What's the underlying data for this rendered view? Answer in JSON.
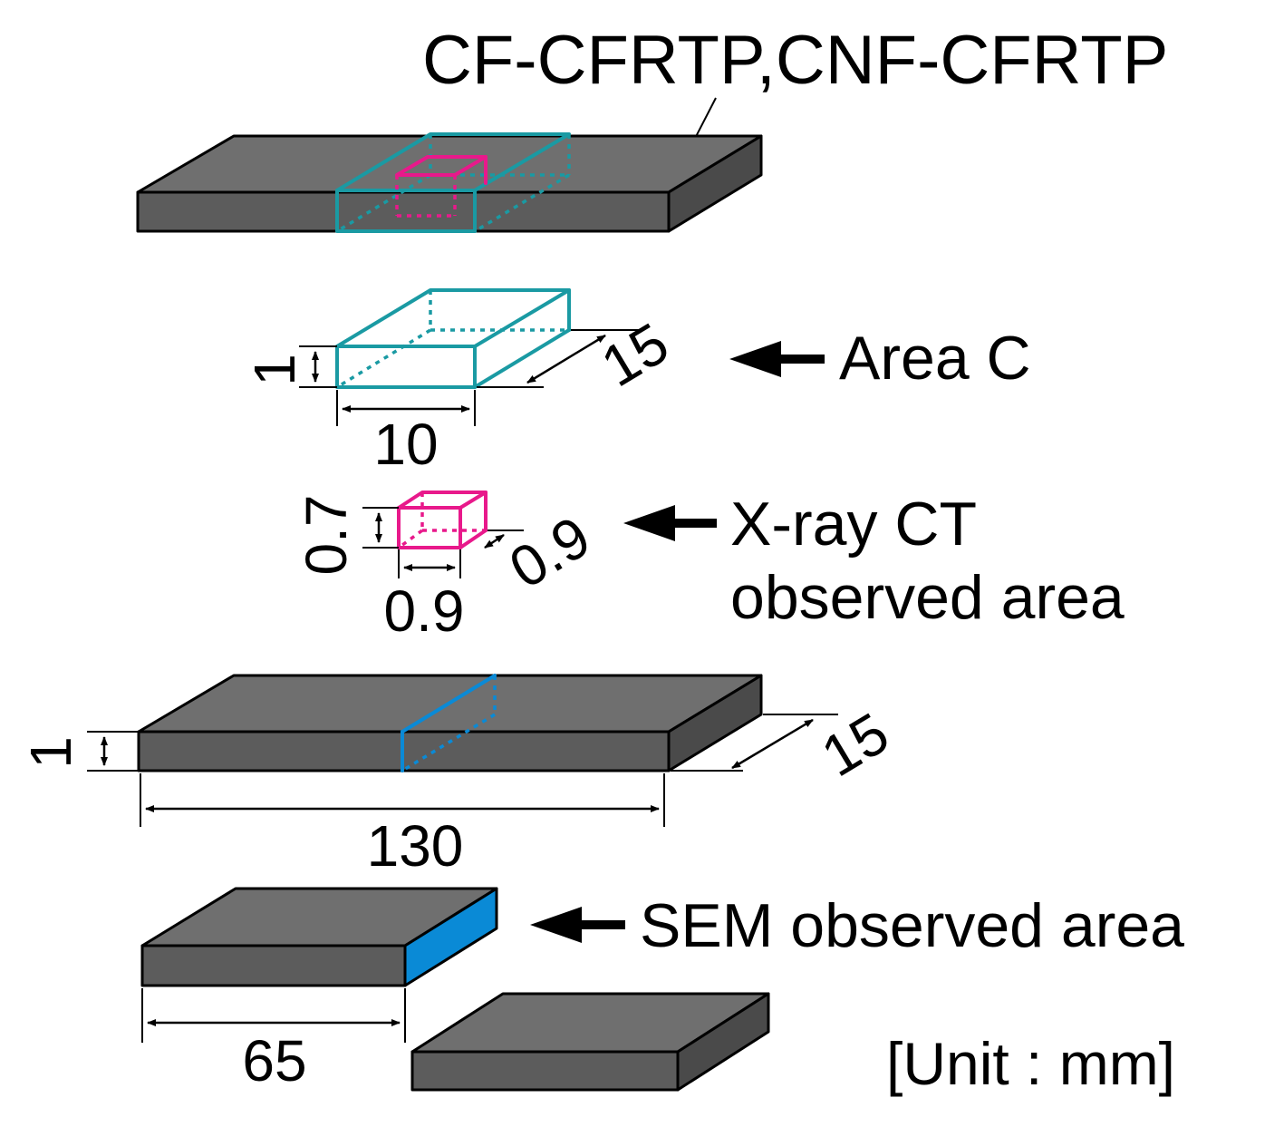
{
  "labels": {
    "title": "CF-CFRTP,CNF-CFRTP",
    "area_c": "Area C",
    "xray_line1": "X-ray CT",
    "xray_line2": "observed area",
    "sem": "SEM observed area",
    "unit": "[Unit : mm]"
  },
  "dimensions": {
    "area_c_height": "1",
    "area_c_width": "10",
    "area_c_depth": "15",
    "xray_height": "0.7",
    "xray_width": "0.9",
    "xray_depth": "0.9",
    "specimen_height": "1",
    "specimen_length": "130",
    "specimen_depth": "15",
    "half_length": "65"
  },
  "colors": {
    "area_c": "#1a9aa3",
    "xray": "#e8198b",
    "sem": "#0a8ad6",
    "specimen": "#6f6f6f"
  }
}
